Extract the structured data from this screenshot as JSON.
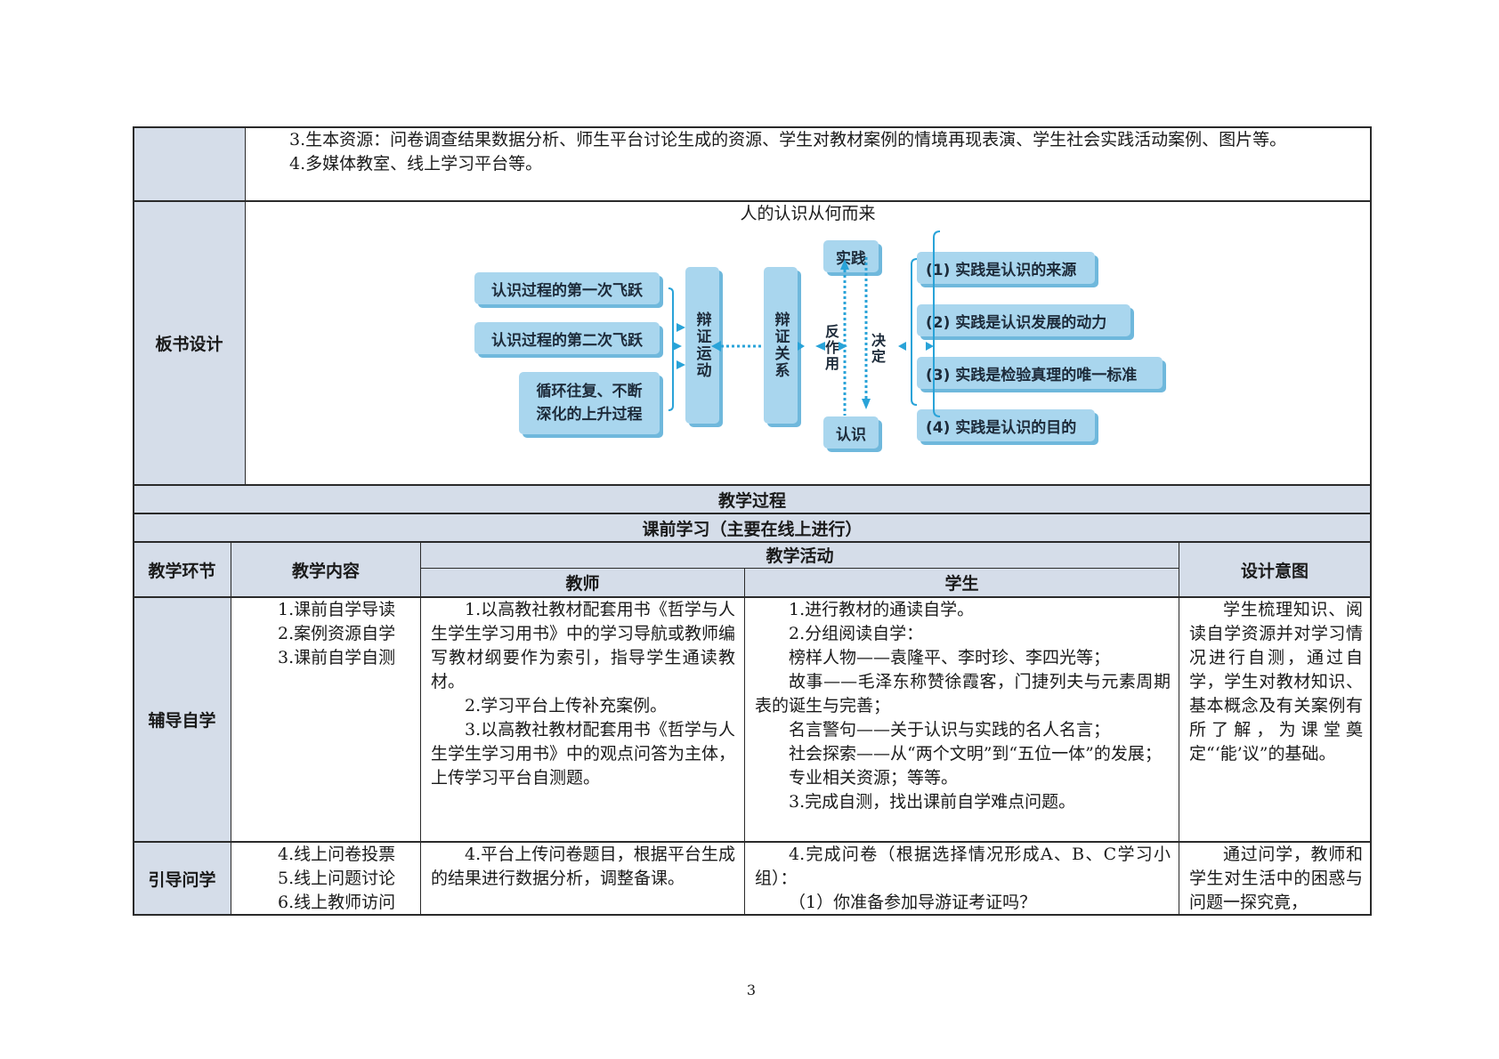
{
  "resources": {
    "line3": "3.生本资源：问卷调查结果数据分析、师生平台讨论生成的资源、学生对教材案例的情境再现表演、学生社会实践活动案例、图片等。",
    "line4": "4.多媒体教室、线上学习平台等。"
  },
  "board": {
    "label": "板书设计",
    "title": "人的认识从何而来",
    "left_boxes": [
      "认识过程的第一次飞跃",
      "认识过程的第二次飞跃",
      "循环往复、不断深化的上升过程"
    ],
    "motion": "辩证运动",
    "relation": "辩证关系",
    "practice": "实践",
    "cognition": "认识",
    "reaction": "反作用",
    "decide": "决定",
    "right_boxes": [
      "(1) 实践是认识的来源",
      "(2) 实践是认识发展的动力",
      "(3) 实践是检验真理的唯一标准",
      "(4) 实践是认识的目的"
    ]
  },
  "process_title": "教学过程",
  "pre_title": "课前学习（主要在线上进行）",
  "headers": {
    "stage": "教学环节",
    "content": "教学内容",
    "activity": "教学活动",
    "teacher": "教师",
    "student": "学生",
    "intent": "设计意图"
  },
  "rows": [
    {
      "stage": "辅导自学",
      "content": [
        "1.课前自学导读",
        "2.案例资源自学",
        "3.课前自学自测"
      ],
      "teacher": [
        "1.以高教社教材配套用书《哲学与人生学生学习用书》中的学习导航或教师编写教材纲要作为索引，指导学生通读教材。",
        "2.学习平台上传补充案例。",
        "3.以高教社教材配套用书《哲学与人生学生学习用书》中的观点问答为主体，上传学习平台自测题。"
      ],
      "student": [
        "1.进行教材的通读自学。",
        "2.分组阅读自学：",
        "榜样人物——袁隆平、李时珍、李四光等；",
        "故事——毛泽东称赞徐霞客，门捷列夫与元素周期表的诞生与完善；",
        "名言警句——关于认识与实践的名人名言；",
        "社会探索——从“两个文明”到“五位一体”的发展；",
        "专业相关资源；等等。",
        "3.完成自测，找出课前自学难点问题。"
      ],
      "intent": "学生梳理知识、阅读自学资源并对学习情况进行自测，通过自学，学生对教材知识、基本概念及有关案例有所了解，为课堂奠定“‘能’议”的基础。"
    },
    {
      "stage": "引导问学",
      "content": [
        "4.线上问卷投票",
        "5.线上问题讨论",
        "6.线上教师访问"
      ],
      "teacher": [
        "4.平台上传问卷题目，根据平台生成的结果进行数据分析，调整备课。"
      ],
      "student": [
        "4.完成问卷（根据选择情况形成A、B、C学习小组）：",
        "（1）你准备参加导游证考证吗？"
      ],
      "intent": "通过问学，教师和学生对生活中的困惑与问题一探究竟，"
    }
  ],
  "page_number": "3"
}
